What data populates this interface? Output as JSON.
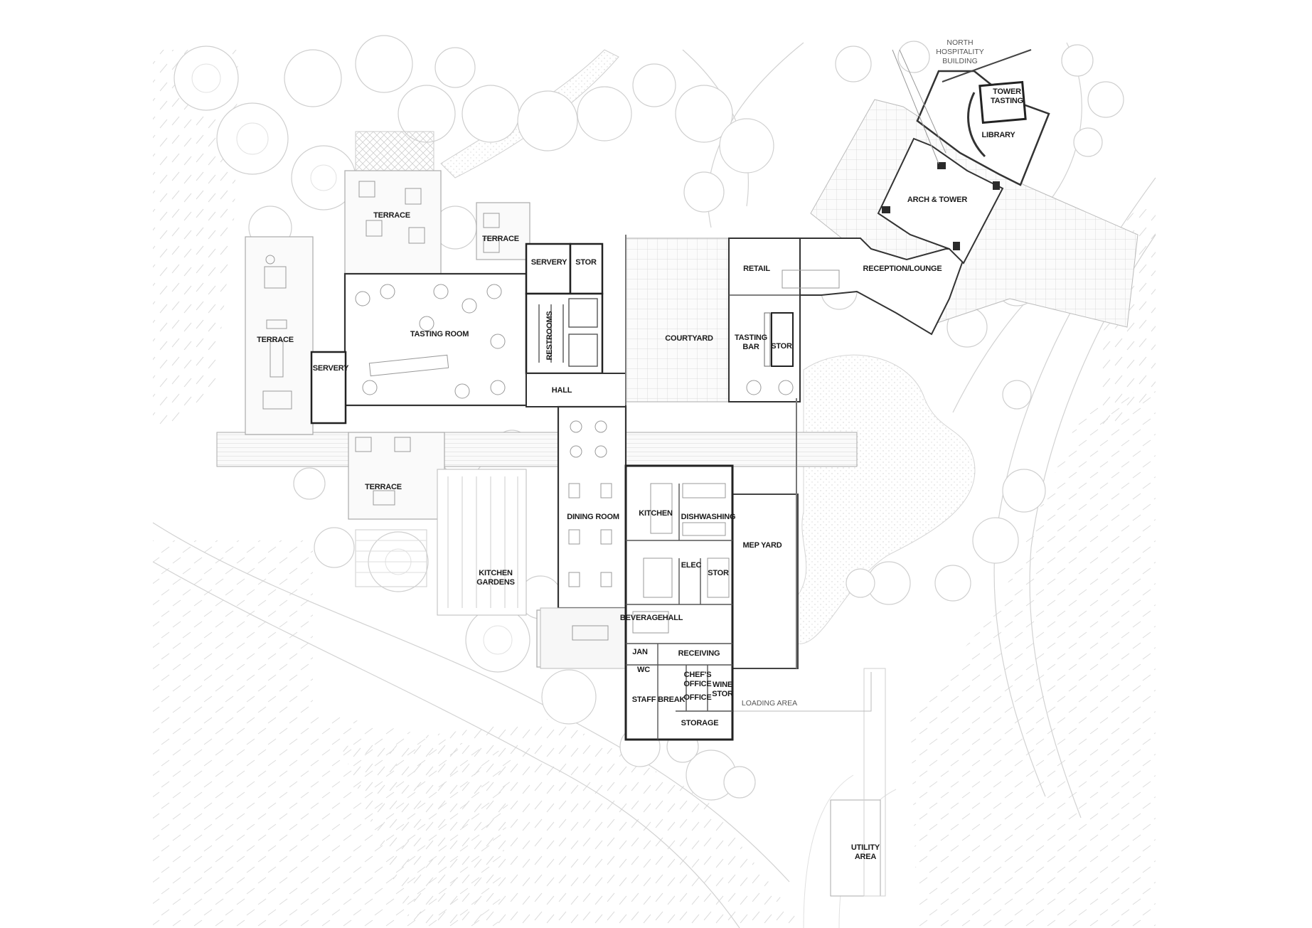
{
  "plan": {
    "labels": {
      "north_hospitality_1": "NORTH",
      "north_hospitality_2": "HOSPITALITY",
      "north_hospitality_3": "BUILDING",
      "tower_tasting_1": "TOWER",
      "tower_tasting_2": "TASTING",
      "library": "LIBRARY",
      "arch_tower": "ARCH & TOWER",
      "terrace_north": "TERRACE",
      "terrace_mid": "TERRACE",
      "terrace_west": "TERRACE",
      "terrace_south": "TERRACE",
      "servery_north": "SERVERY",
      "stor_north": "STOR",
      "servery_west": "SERVERY",
      "tasting_room": "TASTING ROOM",
      "restrooms": "RESTROOMS",
      "retail": "RETAIL",
      "reception_lounge": "RECEPTION/LOUNGE",
      "courtyard": "COURTYARD",
      "tasting_bar_1": "TASTING",
      "tasting_bar_2": "BAR",
      "stor_bar": "STOR",
      "hall_north": "HALL",
      "kitchen": "KITCHEN",
      "dishwashing": "DISHWASHING",
      "dining_room": "DINING ROOM",
      "mep_yard": "MEP YARD",
      "elec": "ELEC",
      "stor_kitchen": "STOR",
      "kitchen_gardens_1": "KITCHEN",
      "kitchen_gardens_2": "GARDENS",
      "beverage": "BEVERAGE",
      "hall_south": "HALL",
      "receiving": "RECEIVING",
      "jan": "JAN",
      "wc": "WC",
      "chefs_office_1": "CHEF'S",
      "chefs_office_2": "OFFICE",
      "wine_stor_1": "WINE",
      "wine_stor_2": "STOR",
      "office": "OFFICE",
      "staff_break": "STAFF BREAK",
      "storage": "STORAGE",
      "loading_area": "LOADING AREA",
      "utility_area_1": "UTILITY",
      "utility_area_2": "AREA"
    }
  }
}
